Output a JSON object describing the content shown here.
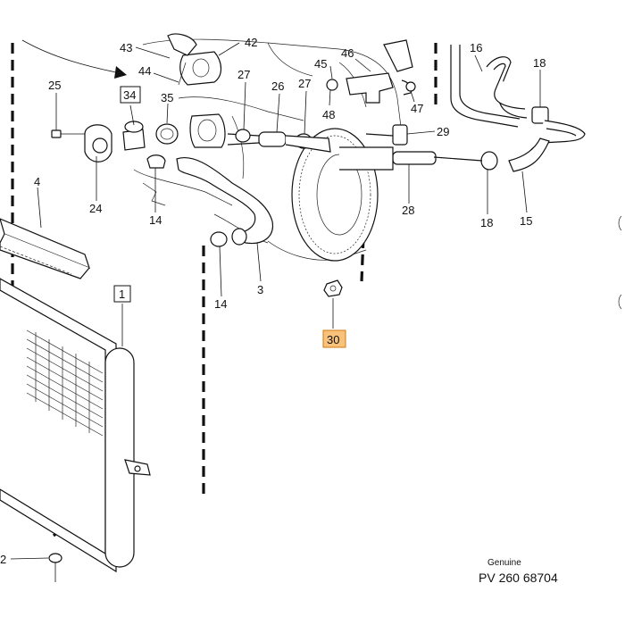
{
  "callouts": {
    "c43": "43",
    "c42": "42",
    "c44": "44",
    "c46": "46",
    "c45": "45",
    "c16": "16",
    "c18a": "18",
    "c25": "25",
    "c34": "34",
    "c35": "35",
    "c27a": "27",
    "c26": "26",
    "c27b": "27",
    "c48": "48",
    "c47": "47",
    "c29": "29",
    "c4": "4",
    "c24": "24",
    "c14a": "14",
    "c28": "28",
    "c18b": "18",
    "c15": "15",
    "c3": "3",
    "c14b": "14",
    "c1": "1",
    "c30": "30",
    "c2": "2"
  },
  "footer": {
    "genuine": "Genuine",
    "part_number": "PV 260 68704"
  },
  "colors": {
    "highlight_fill": "#f8c27a",
    "highlight_stroke": "#d07a10",
    "line": "#111111"
  }
}
